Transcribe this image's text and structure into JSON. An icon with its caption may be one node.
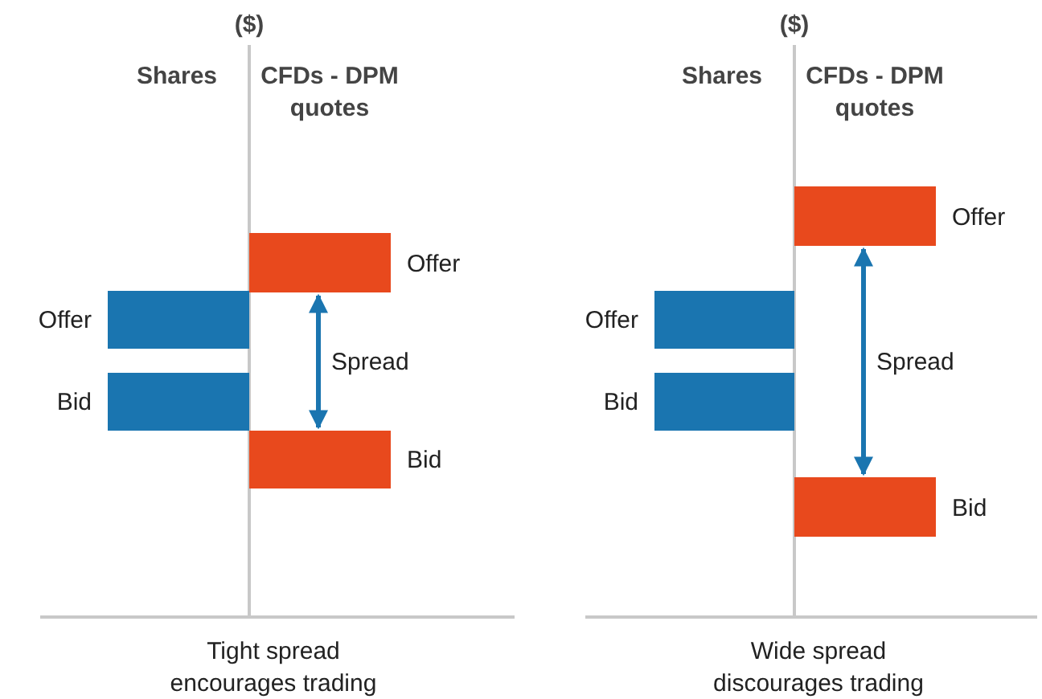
{
  "diagram": {
    "nodes": [
      {
        "text": [
          "Offer"
        ]
      },
      {
        "text": [
          "Offer"
        ]
      },
      {
        "text": [
          "Bid"
        ]
      },
      {
        "text": [
          "Bid"
        ]
      },
      {
        "text": [
          "Offer"
        ]
      },
      {
        "text": [
          "Offer"
        ]
      },
      {
        "text": [
          "Bid"
        ]
      },
      {
        "text": [
          "Bid"
        ]
      }
    ],
    "edges": [
      {
        "from": 0,
        "to": 3,
        "arrow": "both",
        "label": "Spread"
      },
      {
        "from": 4,
        "to": 7,
        "arrow": "both",
        "label": "Spread"
      }
    ],
    "labels": [
      "($)",
      "($)",
      "Shares",
      "CFDs - DPM quotes",
      "Shares",
      "CFDs - DPM quotes",
      "Tight spread encourages trading",
      "Wide spread discourages trading"
    ]
  }
}
